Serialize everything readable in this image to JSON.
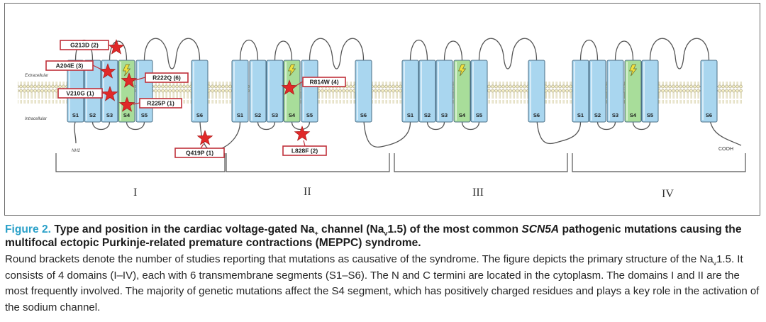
{
  "diagram": {
    "membrane_labels": {
      "extracellular": "Extracellular",
      "intracellular": "Intracellular"
    },
    "segment_labels": [
      "S1",
      "S2",
      "S3",
      "S4",
      "S5",
      "S6"
    ],
    "n_terminus": "NH2",
    "c_terminus": "COOH",
    "domains": [
      "I",
      "II",
      "III",
      "IV"
    ],
    "mutations": [
      "G213D (2)",
      "A204E (3)",
      "V210G (1)",
      "R222Q (6)",
      "R225P (1)",
      "Q419P (1)",
      "R814W (4)",
      "L828F (2)"
    ],
    "colors": {
      "segment": "#a9d6ef",
      "s4_segment": "#a8dd9a",
      "star": "#e02929",
      "label_border": "#c0303a",
      "bolt": "#f0e040"
    }
  },
  "caption": {
    "label": "Figure 2.",
    "title_p1": "Type and position in the cardiac voltage-gated Na",
    "title_sub": "+",
    "title_p2": " channel (Na",
    "title_sub2": "v",
    "title_p3": "1.5) of the most common ",
    "title_gene": "SCN5A",
    "title_p4": " pathogenic mutations causing the multifocal ectopic Purkinje-related premature contractions (MEPPC) syndrome.",
    "body_p1": "Round brackets denote the number of studies reporting that mutations as causative of the syndrome. The figure depicts the primary structure of the Na",
    "body_sub": "v",
    "body_p2": "1.5. It consists of 4 domains (I–IV), each with 6 transmembrane segments (S1–S6). The N and C termini are located in the cytoplasm. The domains I and II are the most frequently involved. The majority of genetic mutations affect the S4 segment, which has positively charged residues and plays a key role in the activation of the sodium channel."
  }
}
